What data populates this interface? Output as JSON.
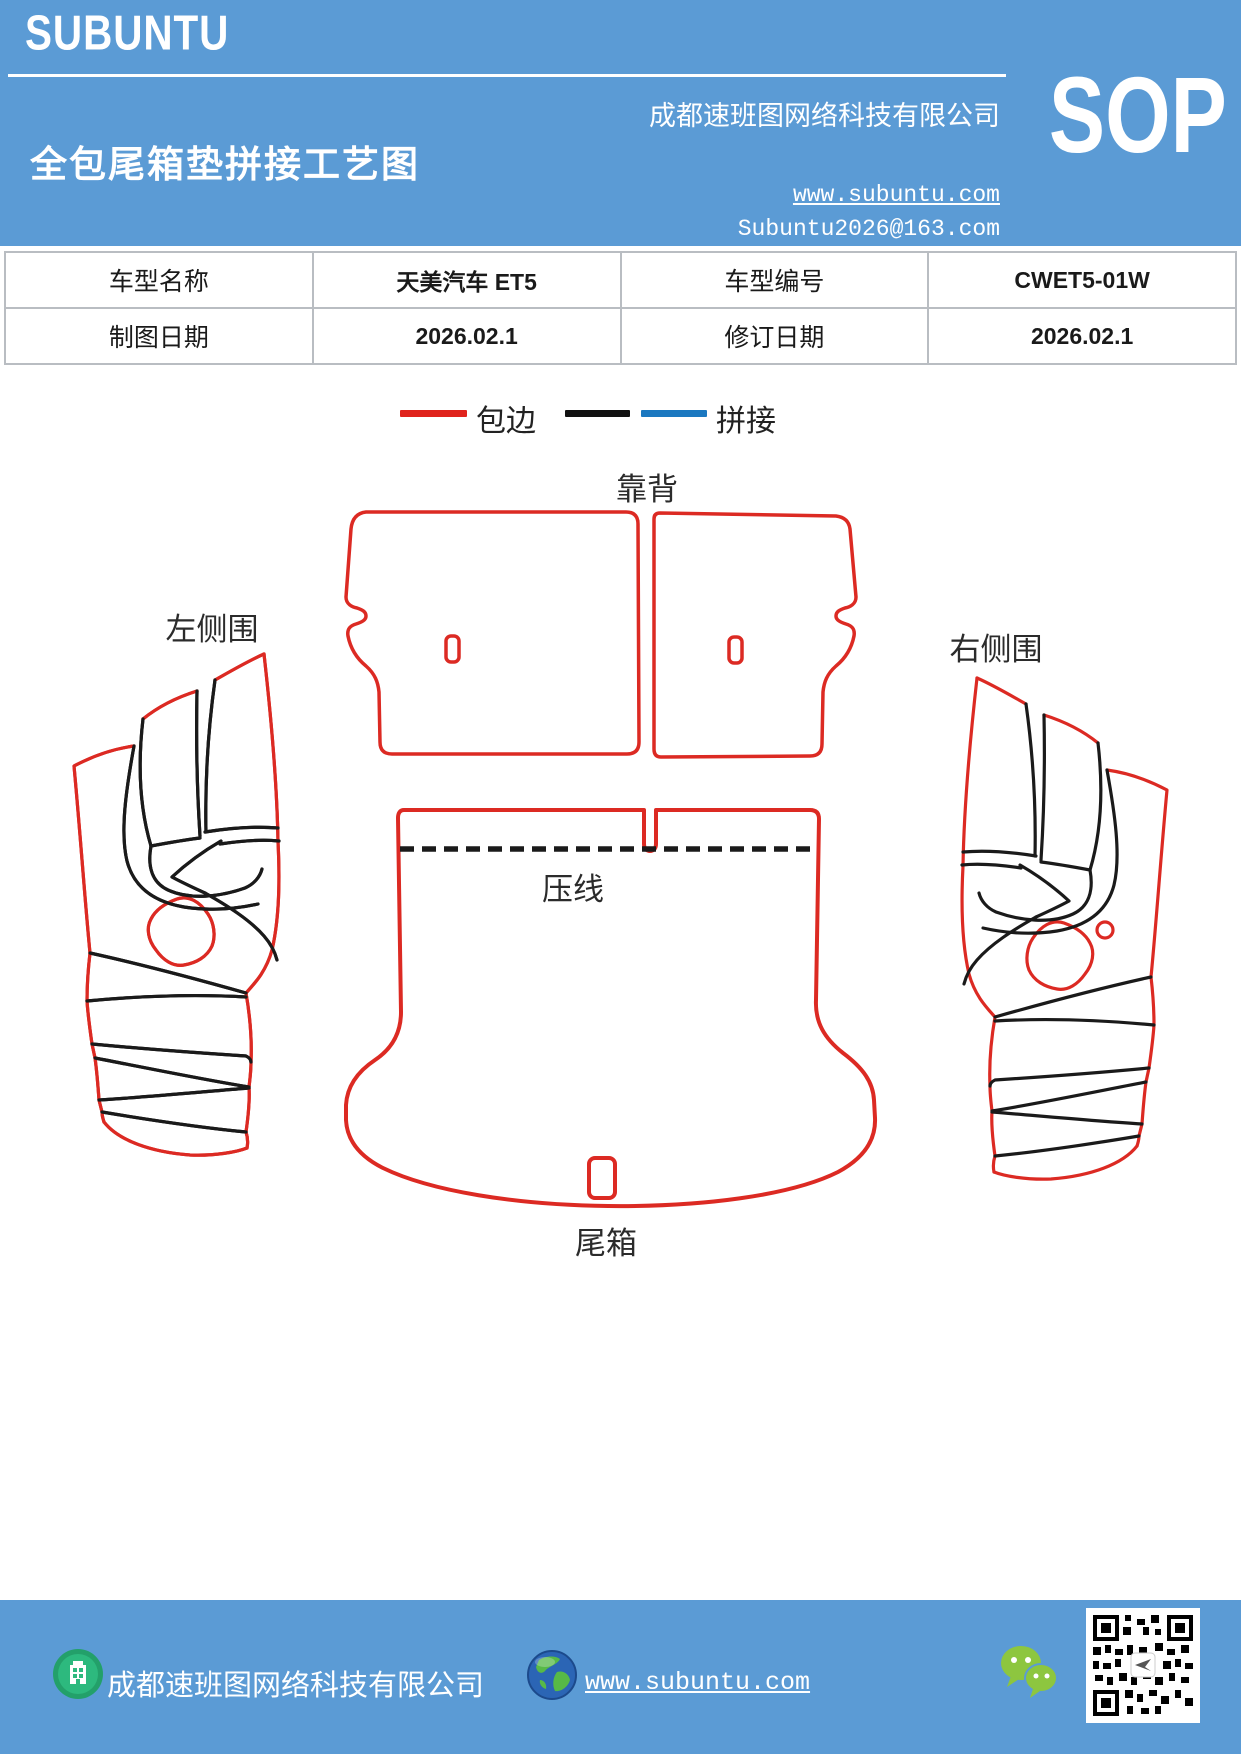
{
  "header": {
    "brand": "SUBUNTU",
    "company": "成都速班图网络科技有限公司",
    "badge": "SOP",
    "title": "全包尾箱垫拼接工艺图",
    "website": "www.subuntu.com",
    "email": "Subuntu2026@163.com",
    "band_color": "#5b9bd5"
  },
  "info_table": {
    "rows": [
      {
        "label1": "车型名称",
        "value1": "天美汽车 ET5",
        "label2": "车型编号",
        "value2": "CWET5-01W"
      },
      {
        "label1": "制图日期",
        "value1": "2026.02.1",
        "label2": "修订日期",
        "value2": "2026.02.1"
      }
    ]
  },
  "legend": {
    "edge_label": "包边",
    "splice_label": "拼接",
    "edge_color": "#e0231d",
    "splice_black_color": "#111111",
    "splice_blue_color": "#1b78c0"
  },
  "diagram": {
    "labels": {
      "backrest": "靠背",
      "left_side": "左侧围",
      "right_side": "右侧围",
      "crease": "压线",
      "trunk": "尾箱"
    },
    "colors": {
      "edge_red": "#dc2a23",
      "splice_black": "#1a1a1a"
    }
  },
  "footer": {
    "company": "成都速班图网络科技有限公司",
    "website": "www.subuntu.com",
    "icons": [
      "building-icon",
      "globe-icon",
      "wechat-icon",
      "qr-code"
    ],
    "band_color": "#5b9bd5"
  }
}
